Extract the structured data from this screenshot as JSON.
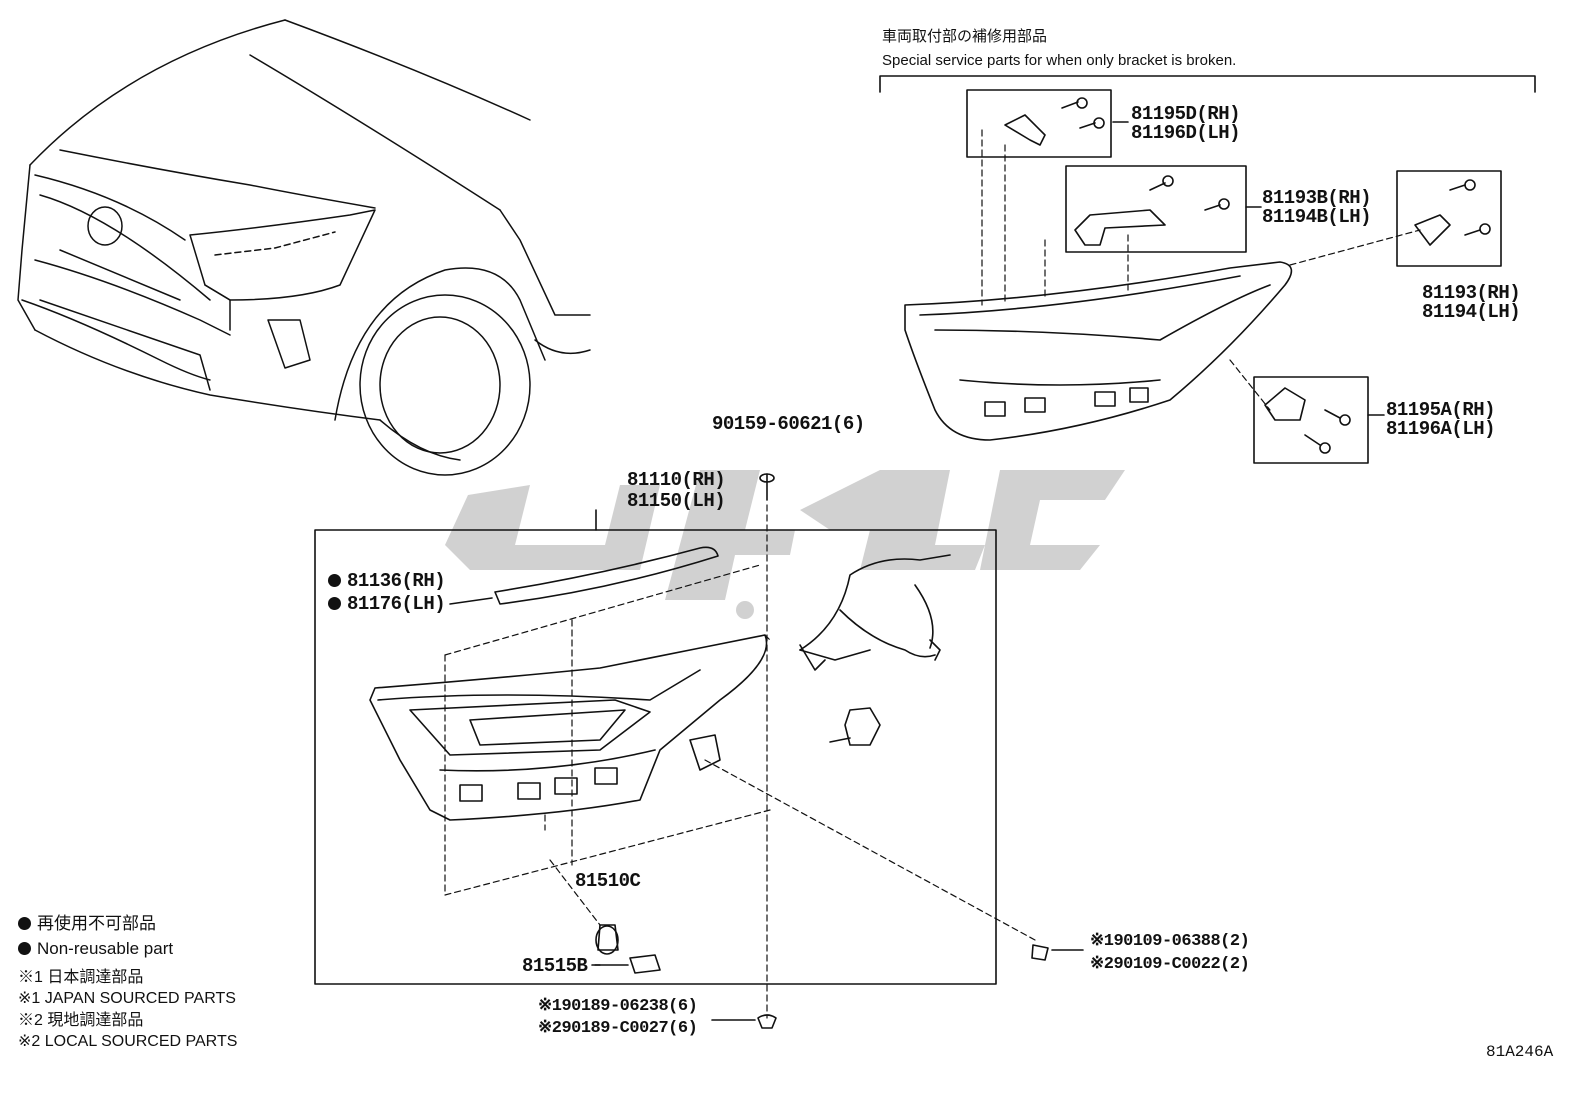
{
  "diagram": {
    "drawing_code": "81A246A",
    "watermark_text": "كومك",
    "special_service": {
      "title_jp": "車両取付部の補修用部品",
      "title_en": "Special service parts for when only bracket is broken."
    },
    "bracket_parts": [
      {
        "rh": "81195D(RH)",
        "lh": "81196D(LH)"
      },
      {
        "rh": "81193B(RH)",
        "lh": "81194B(LH)"
      },
      {
        "rh": "81193(RH)",
        "lh": "81194(LH)"
      },
      {
        "rh": "81195A(RH)",
        "lh": "81196A(LH)"
      }
    ],
    "headlamp": {
      "rh": "81110(RH)",
      "lh": "81150(LH)"
    },
    "screw_top": "90159-60621(6)",
    "cover": {
      "rh": "81136(RH)",
      "lh": "81176(LH)"
    },
    "socket": "81510C",
    "bulb": "81515B",
    "nut_right": [
      "90109-06388(2)",
      "90109-C0022(2)"
    ],
    "clip_bottom": [
      "90189-06238(6)",
      "90189-C0027(6)"
    ],
    "marks": [
      "※1",
      "※2"
    ]
  },
  "legend": {
    "nonreusable_jp": "再使用不可部品",
    "nonreusable_en": "Non-reusable part",
    "japan_jp": "※1 日本調達部品",
    "japan_en": "※1 JAPAN SOURCED PARTS",
    "local_jp": "※2 現地調達部品",
    "local_en": "※2 LOCAL SOURCED PARTS"
  }
}
